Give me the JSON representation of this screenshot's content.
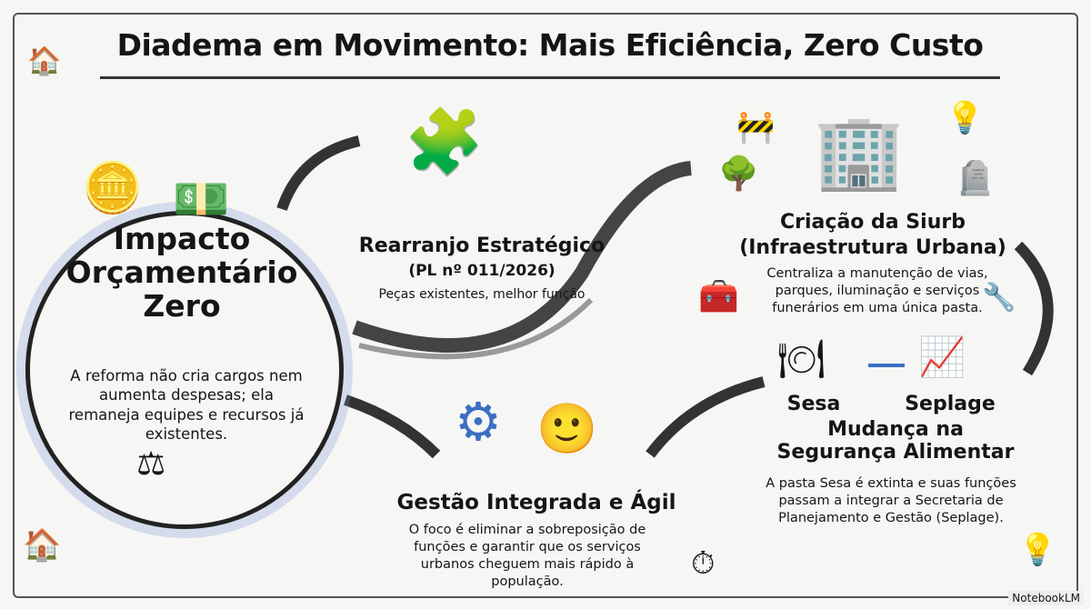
{
  "title": "Diadema em Movimento: Mais Eficiência, Zero Custo",
  "impacto": {
    "heading": [
      "Impacto",
      "Orçamentário",
      "Zero"
    ],
    "body": "A reforma não cria cargos nem aumenta despesas; ela remaneja equipes e recursos já existentes."
  },
  "rearranjo": {
    "heading": "Rearranjo Estratégico",
    "subheading": "(PL nº 011/2026)",
    "body": "Peças existentes, melhor função"
  },
  "siurb": {
    "heading": "Criação da Siurb",
    "subheading": "(Infraestrutura Urbana)",
    "body": "Centraliza a manutenção de vias, parques, iluminação e serviços funerários em uma única pasta."
  },
  "seguranca": {
    "from": "Sesa",
    "to": "Seplage",
    "heading": "Mudança na Segurança Alimentar",
    "body": "A pasta Sesa é extinta e suas funções passam a integrar a Secretaria de Planejamento e Gestão (Seplage)."
  },
  "gestao": {
    "heading": "Gestão Integrada e Ágil",
    "body": "O foco é eliminar a sobreposição de funções e garantir que os serviços urbanos cheguem mais rápido à população."
  },
  "watermark": "NotebookLM",
  "colors": {
    "accent_blue": "#3a6fc4",
    "orange": "#e8823a",
    "green": "#3d9a4a"
  }
}
